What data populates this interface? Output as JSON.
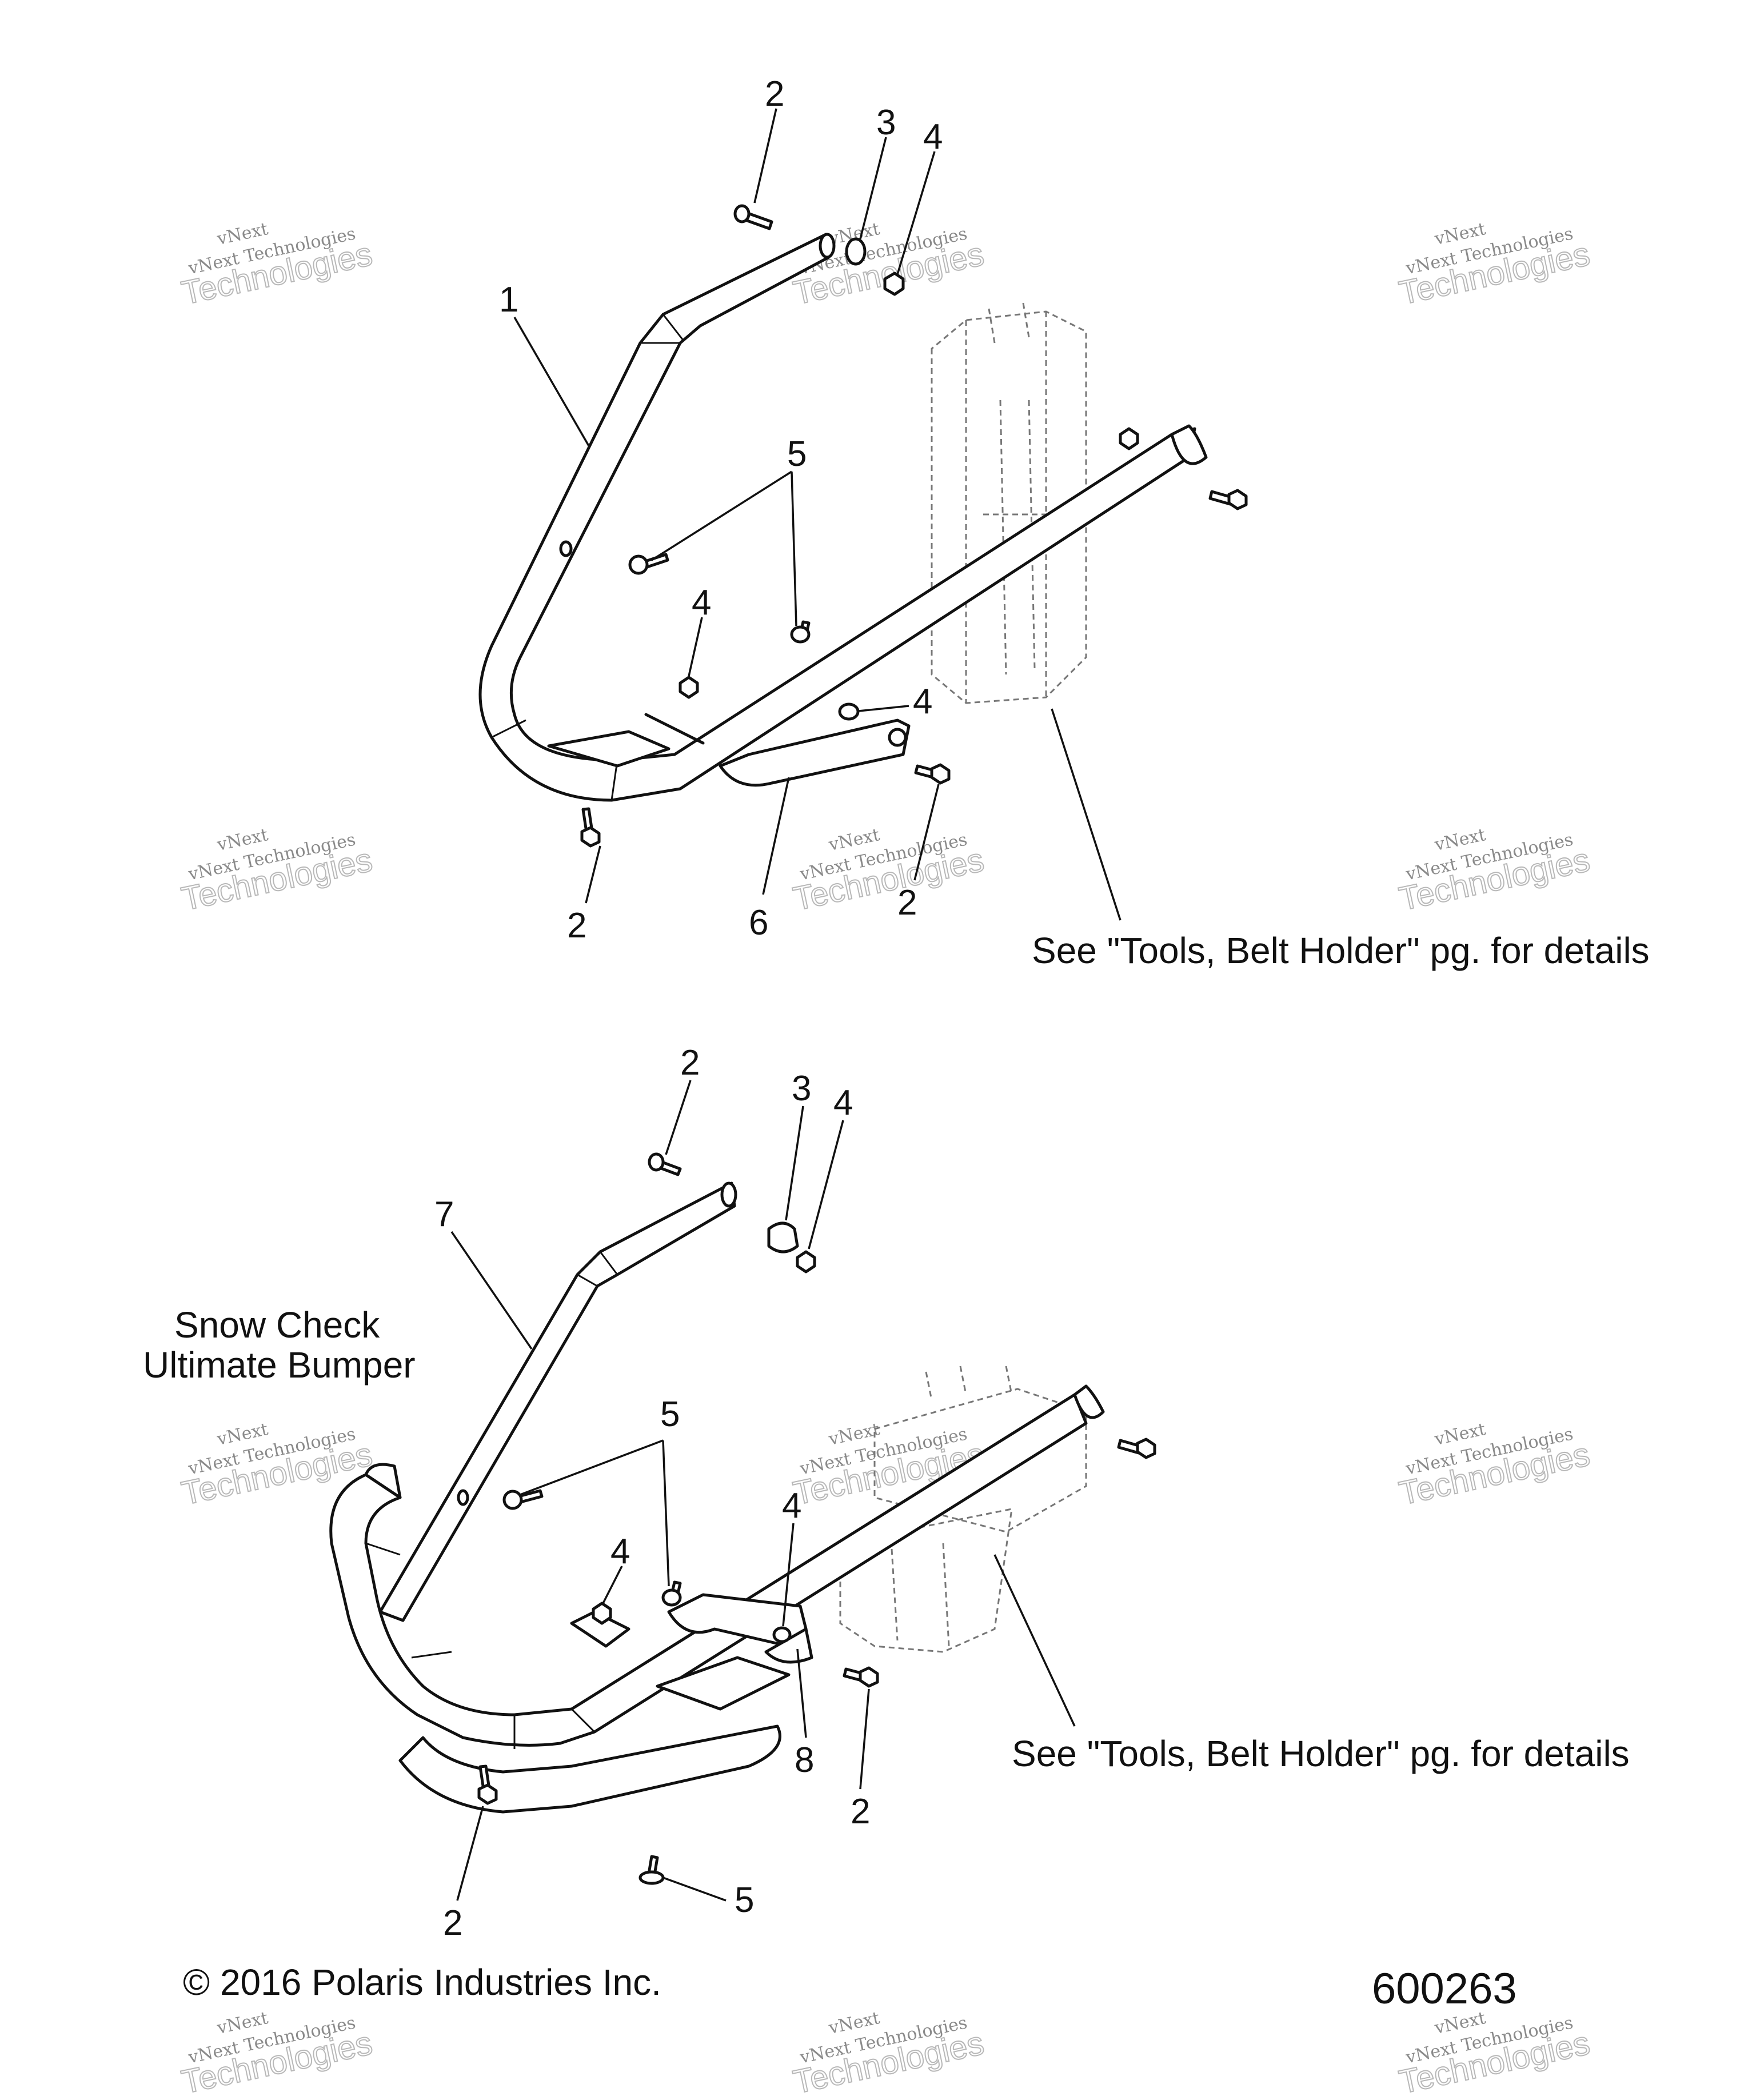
{
  "figure_id": "600263",
  "copyright": "© 2016 Polaris Industries Inc.",
  "watermark": {
    "line1": "vNext",
    "line2": "vNext Technologies",
    "line3": "Technologies"
  },
  "top_view": {
    "callouts": [
      "2",
      "3",
      "4",
      "1",
      "5",
      "4",
      "4",
      "2",
      "6",
      "2"
    ],
    "note": "See \"Tools, Belt Holder\" pg. for details"
  },
  "bottom_view": {
    "callouts": [
      "2",
      "3",
      "4",
      "7",
      "5",
      "4",
      "4",
      "8",
      "2",
      "2",
      "5"
    ],
    "label_line1": "Snow Check",
    "label_line2": "Ultimate Bumper",
    "note": "See \"Tools, Belt Holder\" pg. for details"
  }
}
